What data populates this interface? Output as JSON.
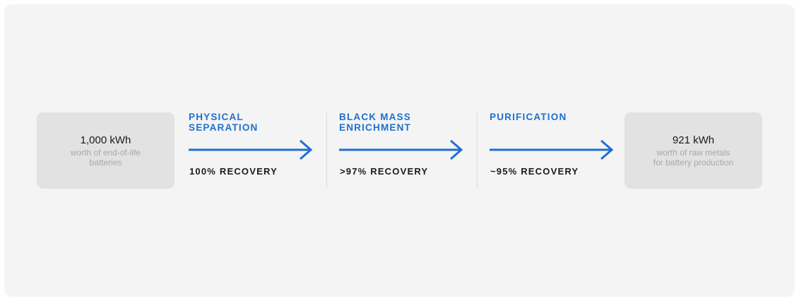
{
  "input": {
    "value": "1,000 kWh",
    "description": "worth of end-of-life\nbatteries"
  },
  "stages": [
    {
      "label": "PHYSICAL\nSEPARATION",
      "recovery": "100% RECOVERY"
    },
    {
      "label": "BLACK MASS\nENRICHMENT",
      "recovery": ">97% RECOVERY"
    },
    {
      "label": "PURIFICATION",
      "recovery": "~95% RECOVERY"
    }
  ],
  "output": {
    "value": "921 kWh",
    "description": "worth of raw metals\nfor battery production"
  },
  "colors": {
    "accent": "#1f6fd1",
    "box": "#e2e2e2",
    "background": "#f4f4f4"
  }
}
